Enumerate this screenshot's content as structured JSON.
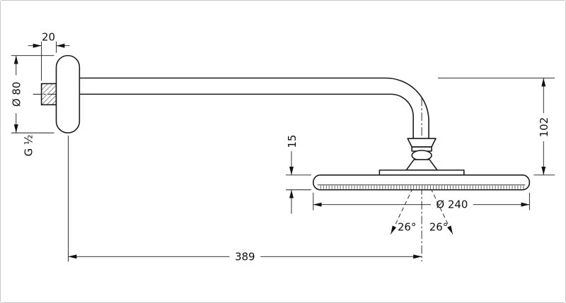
{
  "dimensions": {
    "nipple_depth": "20",
    "flange_diameter": "Ø 80",
    "thread_size": "G ½",
    "drop_height": "102",
    "head_thickness": "15",
    "head_diameter": "Ø 240",
    "spray_angle_left": "26°",
    "spray_angle_right": "26°",
    "arm_length": "389"
  },
  "colors": {
    "line": "#1a1a1a",
    "background": "#ffffff"
  }
}
